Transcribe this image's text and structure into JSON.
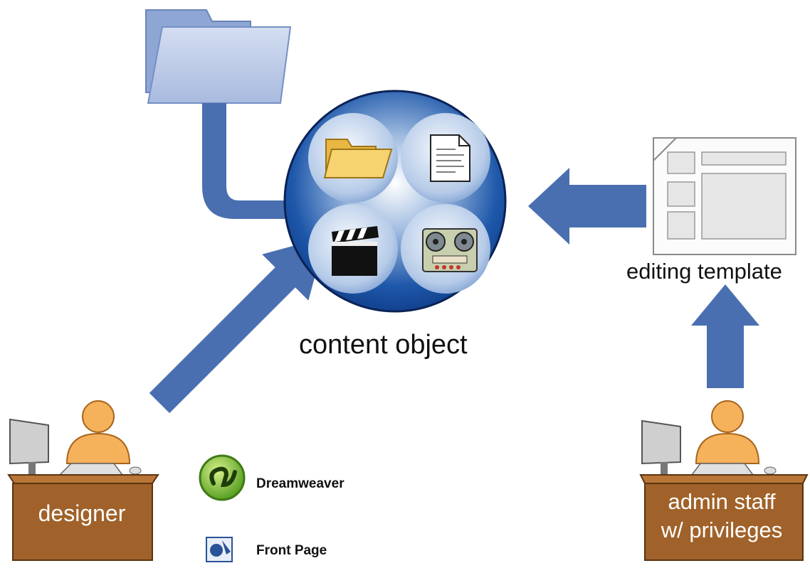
{
  "diagram": {
    "center_label": "content object",
    "template_label": "editing template",
    "designer_label": "designer",
    "admin_label_line1": "admin staff",
    "admin_label_line2": "w/ privileges",
    "tools": [
      {
        "label": "Dreamweaver",
        "icon": "dreamweaver-icon"
      },
      {
        "label": "Front Page",
        "icon": "frontpage-icon"
      }
    ],
    "content_types": [
      "folder-icon",
      "document-icon",
      "clapperboard-icon",
      "tape-recorder-icon"
    ]
  },
  "colors": {
    "arrow": "#4a6fb0",
    "sphere_dark": "#0f3f8e",
    "sphere_light": "#dfe9f6",
    "desk": "#a0622a",
    "person": "#f5b25b",
    "folder_big": "#b9c8e6",
    "folder_small": "#f6d36f"
  }
}
